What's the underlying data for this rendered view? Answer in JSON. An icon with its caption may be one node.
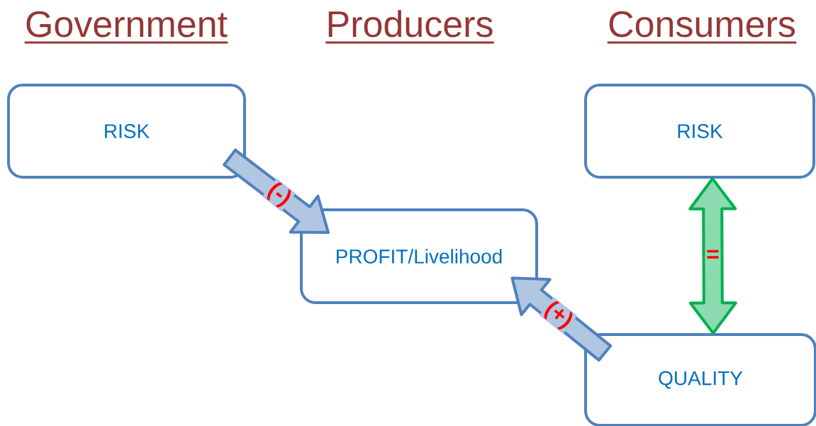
{
  "diagram": {
    "nodes": [
      {
        "text": [
          "RISK"
        ]
      },
      {
        "text": [
          "PROFIT/Livelihood"
        ]
      },
      {
        "text": [
          "RISK"
        ]
      },
      {
        "text": [
          "QUALITY"
        ]
      }
    ],
    "edges": [
      {
        "from": 0,
        "to": 1,
        "arrow": "to",
        "label": "(-)"
      },
      {
        "from": 3,
        "to": 1,
        "arrow": "to",
        "label": "(+)"
      },
      {
        "from": 2,
        "to": 3,
        "arrow": "both",
        "label": "=",
        "color": "#00b050"
      }
    ],
    "labels": [
      "Government",
      "Producers",
      "Consumers"
    ]
  }
}
